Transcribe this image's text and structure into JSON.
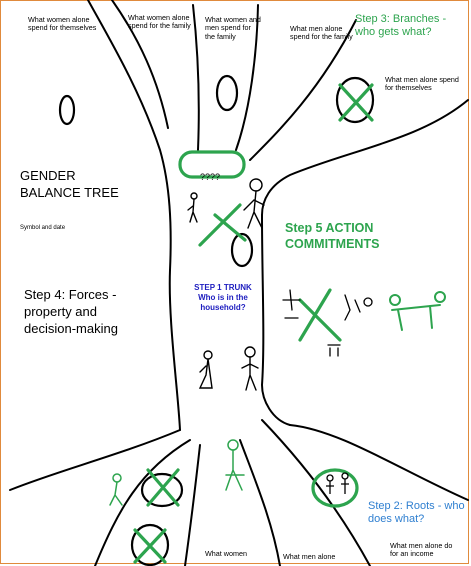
{
  "branches": {
    "women_self": "What women alone spend for themselves",
    "women_family": "What women alone spend for the family",
    "women_men_family": "What women and men spend for the family",
    "men_family": "What men alone spend for the family",
    "men_self": "What men alone spend for themselves"
  },
  "steps": {
    "step3": "Step 3:  Branches - who gets what?",
    "step2": "Step 2: Roots - who does what?",
    "step4": "Step 4: Forces - property and  decision-making",
    "step5": "Step 5 ACTION COMMITMENTS",
    "step1": "STEP 1 TRUNK Who is in the household?"
  },
  "title": {
    "main": "GENDER BALANCE TREE",
    "sub": "Symbol and date"
  },
  "question_marks": "????",
  "roots": {
    "women": "What women",
    "men": "What men alone",
    "men_income": "What men alone do for an income"
  },
  "colors": {
    "outline": "#e08a3c",
    "green": "#2da44e",
    "blue": "#2f7fd0",
    "navy": "#2020c0",
    "ink": "#000000"
  }
}
